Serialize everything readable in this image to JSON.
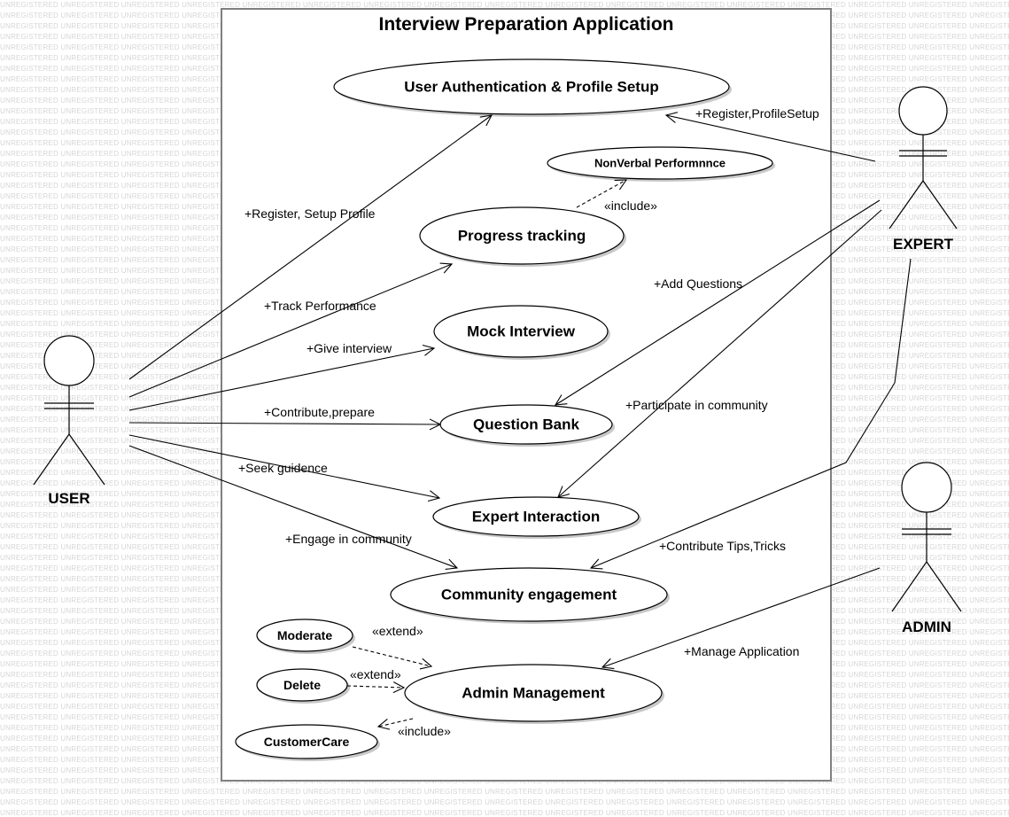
{
  "watermark": "UNREGISTERED",
  "diagram": {
    "title": "Interview Preparation Application",
    "actors": {
      "user": "USER",
      "expert": "EXPERT",
      "admin": "ADMIN"
    },
    "use_cases": {
      "auth": "User Authentication & Profile Setup",
      "nonverbal": "NonVerbal Performnnce",
      "progress": "Progress tracking",
      "mock": "Mock Interview",
      "question_bank": "Question Bank",
      "expert_interaction": "Expert Interaction",
      "community": "Community engagement",
      "moderate": "Moderate",
      "delete": "Delete",
      "admin_mgmt": "Admin Management",
      "customer_care": "CustomerCare"
    },
    "labels": {
      "user_register": "+Register, Setup Profile",
      "user_track": "+Track Performance",
      "user_interview": "+Give interview",
      "user_contribute": "+Contribute,prepare",
      "user_guidance": "+Seek guidence",
      "user_engage": "+Engage in community",
      "expert_register": "+Register,ProfileSetup",
      "expert_questions": "+Add Questions",
      "expert_participate": "+Participate in community",
      "expert_tips": "+Contribute Tips,Tricks",
      "admin_manage": "+Manage Application",
      "include_nonverbal": "«include»",
      "extend_moderate": "«extend»",
      "extend_delete": "«extend»",
      "include_customercare": "«include»"
    }
  }
}
